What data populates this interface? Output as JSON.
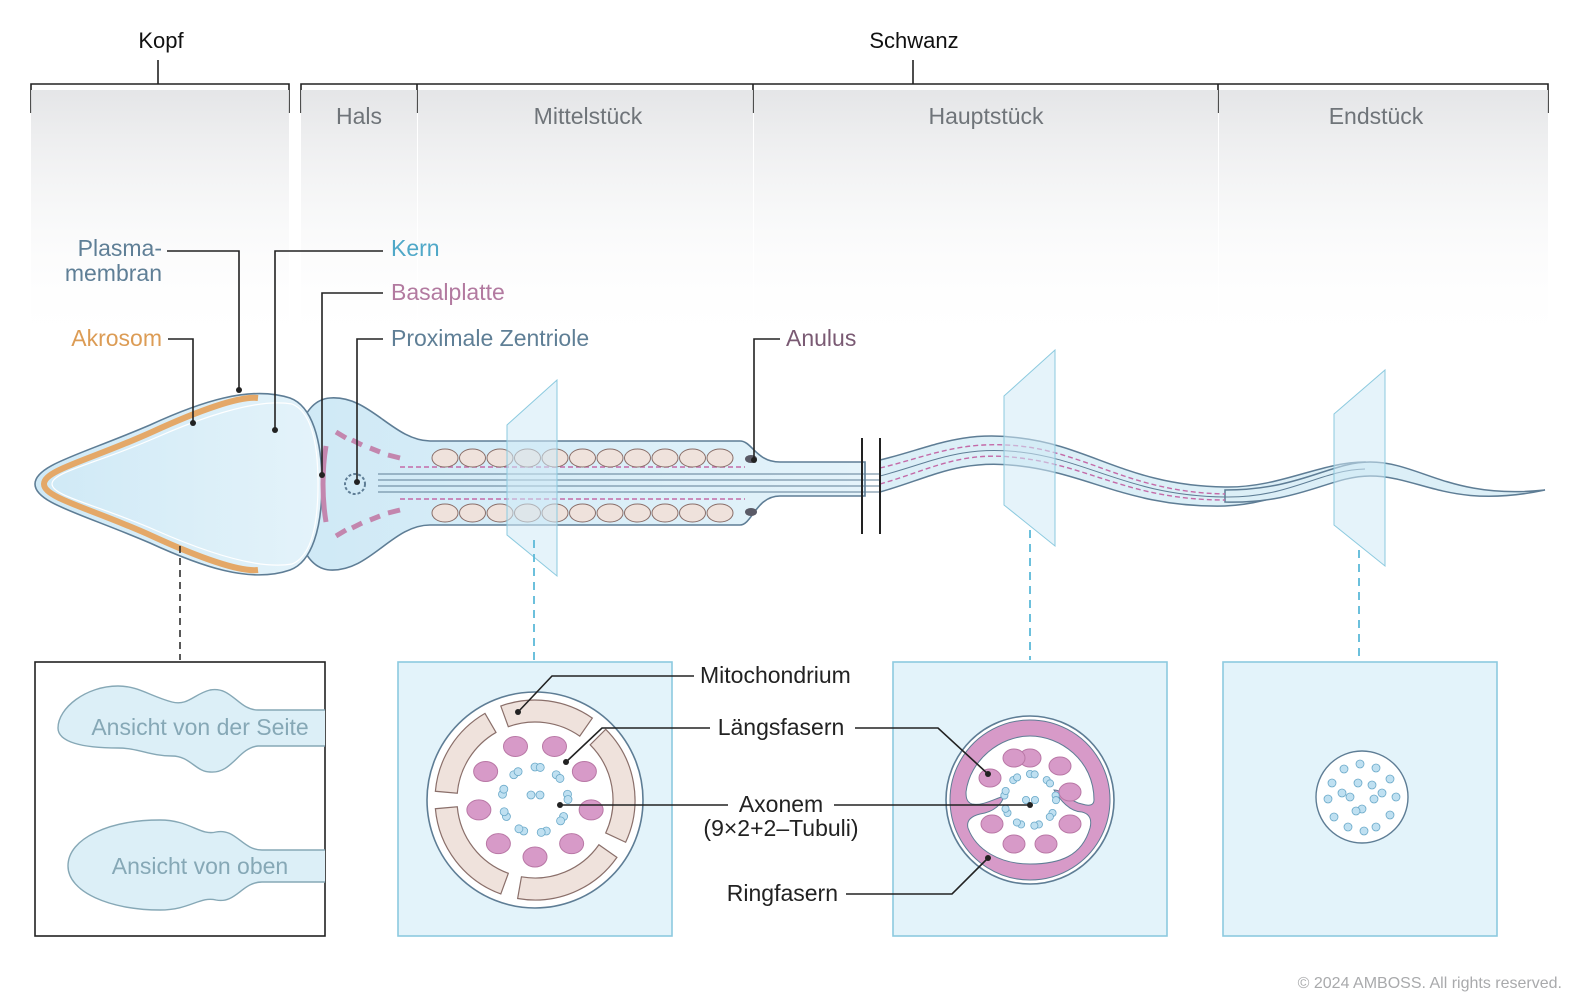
{
  "title": "",
  "sections": {
    "head": "Kopf",
    "tail": "Schwanz"
  },
  "segments": {
    "neck": "Hals",
    "midpiece": "Mittelstück",
    "principal_piece": "Hauptstück",
    "end_piece": "Endstück"
  },
  "labels": {
    "plasma_membrane_1": "Plasma-",
    "plasma_membrane_2": "membran",
    "acrosome": "Akrosom",
    "nucleus": "Kern",
    "basal_plate": "Basalplatte",
    "proximal_centriole": "Proximale Zentriole",
    "annulus": "Anulus",
    "mitochondrion": "Mitochondrium",
    "longitudinal_fibers": "Längsfasern",
    "axoneme_1": "Axonem",
    "axoneme_2": "(9×2+2–Tubuli)",
    "ring_fibers": "Ringfasern"
  },
  "inset_views": {
    "side_view": "Ansicht von der Seite",
    "top_view": "Ansicht von oben"
  },
  "copyright": "© 2024 AMBOSS. All rights reserved.",
  "colors": {
    "cell_fill": "#d9eef7",
    "cell_outline": "#5e7d95",
    "acrosome": "#e4a868",
    "mitochondria": "#efe2dc",
    "fibers_pink": "#d79ac8",
    "tubuli_blue": "#bfe0f1",
    "section_plane": "#cfeaf5"
  }
}
